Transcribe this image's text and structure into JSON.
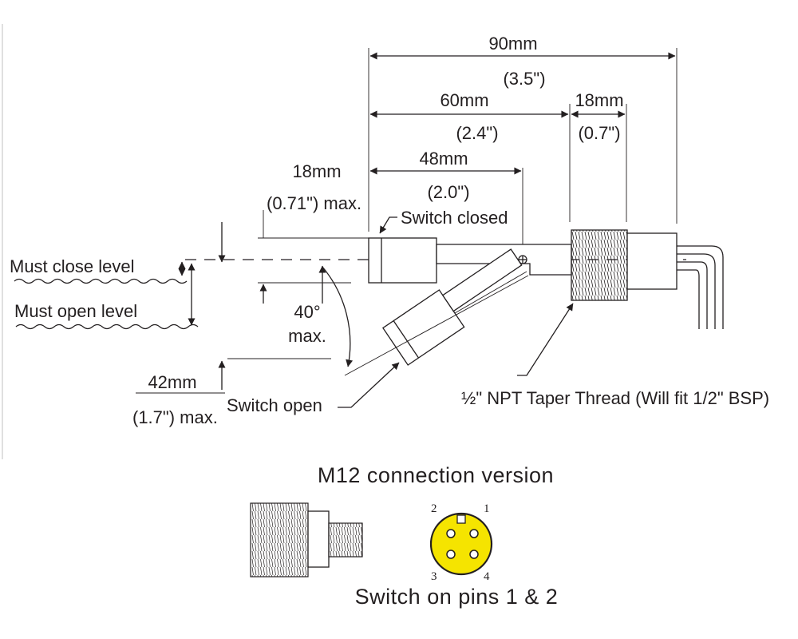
{
  "dimensions": {
    "total_mm": "90mm",
    "total_in": "(3.5\")",
    "body_mm": "60mm",
    "body_in": "(2.4\")",
    "thread_mm": "18mm",
    "thread_in": "(0.7\")",
    "float_mm": "48mm",
    "float_in": "(2.0\")",
    "rise_mm": "18mm",
    "rise_in": "(0.71\") max.",
    "drop_mm": "42mm",
    "drop_in": "(1.7\") max."
  },
  "labels": {
    "switch_closed": "Switch closed",
    "switch_open": "Switch open",
    "must_close": "Must close level",
    "must_open": "Must open level",
    "angle_value": "40°",
    "angle_max": "max.",
    "thread_note": "½\" NPT Taper Thread (Will fit 1/2\" BSP)"
  },
  "m12": {
    "title": "M12 connection version",
    "pins": [
      "1",
      "2",
      "3",
      "4"
    ],
    "caption": "Switch on pins 1 & 2",
    "connector_color": "#f5e400"
  }
}
